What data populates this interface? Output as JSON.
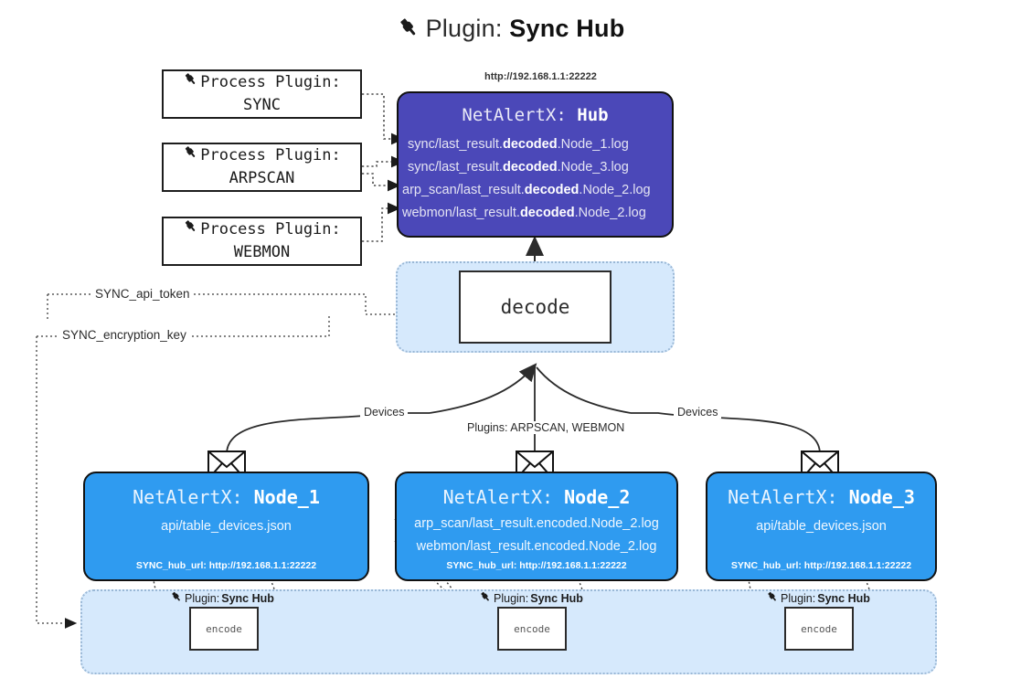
{
  "title": {
    "icon": "plug-icon",
    "prefix": "Plugin:",
    "name": "Sync Hub"
  },
  "process_plugins": [
    {
      "line1": "Process Plugin:",
      "line2": "SYNC",
      "icon": "plug-icon"
    },
    {
      "line1": "Process Plugin:",
      "line2": "ARPSCAN",
      "icon": "plug-icon"
    },
    {
      "line1": "Process Plugin:",
      "line2": "WEBMON",
      "icon": "plug-icon"
    }
  ],
  "hub": {
    "url_label": "http://192.168.1.1:22222",
    "title_prefix": "NetAlertX:",
    "title_name": "Hub",
    "lines": [
      {
        "pre": "sync/last_result.",
        "em": "decoded",
        "post": ".Node_1.log"
      },
      {
        "pre": "sync/last_result.",
        "em": "decoded",
        "post": ".Node_3.log"
      },
      {
        "pre": "arp_scan/last_result.",
        "em": "decoded",
        "post": ".Node_2.log"
      },
      {
        "pre": "webmon/last_result.",
        "em": "decoded",
        "post": ".Node_2.log"
      }
    ]
  },
  "decode": {
    "label": "decode"
  },
  "settings": {
    "api_token": "SYNC_api_token",
    "encryption_key": "SYNC_encryption_key"
  },
  "edge_labels": {
    "devices_left": "Devices",
    "devices_right": "Devices",
    "plugins_center": "Plugins: ARPSCAN, WEBMON"
  },
  "nodes": [
    {
      "title_prefix": "NetAlertX:",
      "title_name": "Node_1",
      "lines": [
        "api/table_devices.json"
      ],
      "url": "SYNC_hub_url: http://192.168.1.1:22222"
    },
    {
      "title_prefix": "NetAlertX:",
      "title_name": "Node_2",
      "lines": [
        "arp_scan/last_result.encoded.Node_2.log",
        "webmon/last_result.encoded.Node_2.log"
      ],
      "url": "SYNC_hub_url: http://192.168.1.1:22222"
    },
    {
      "title_prefix": "NetAlertX:",
      "title_name": "Node_3",
      "lines": [
        "api/table_devices.json"
      ],
      "url": "SYNC_hub_url: http://192.168.1.1:22222"
    }
  ],
  "encoders": [
    {
      "plugin_prefix": "Plugin:",
      "plugin_name": "Sync Hub",
      "label": "encode"
    },
    {
      "plugin_prefix": "Plugin:",
      "plugin_name": "Sync Hub",
      "label": "encode"
    },
    {
      "plugin_prefix": "Plugin:",
      "plugin_name": "Sync Hub",
      "label": "encode"
    }
  ],
  "colors": {
    "hub": "#4b48b8",
    "node": "#2f9bf0",
    "cluster": "#d6e9fc",
    "cluster_border": "#9ab8d6",
    "stroke": "#2b2b2b"
  }
}
